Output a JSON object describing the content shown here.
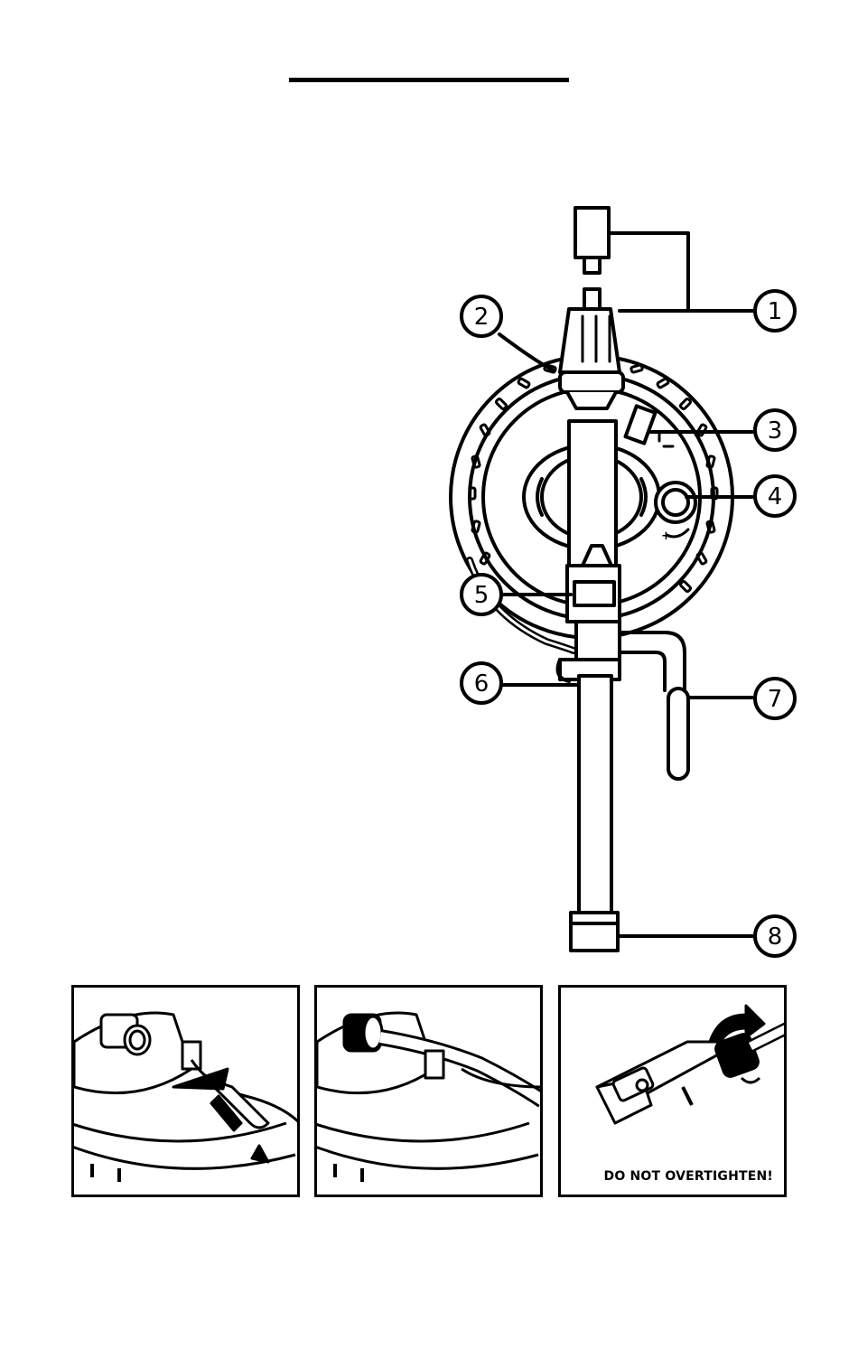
{
  "diagram": {
    "callouts": [
      {
        "id": "1",
        "label": "1"
      },
      {
        "id": "2",
        "label": "2"
      },
      {
        "id": "3",
        "label": "3"
      },
      {
        "id": "4",
        "label": "4"
      },
      {
        "id": "5",
        "label": "5"
      },
      {
        "id": "6",
        "label": "6"
      },
      {
        "id": "7",
        "label": "7"
      },
      {
        "id": "8",
        "label": "8"
      }
    ],
    "dial_symbols": {
      "minus_plus": "+"
    }
  },
  "panels": [
    {
      "name": "step-1"
    },
    {
      "name": "step-2"
    },
    {
      "name": "step-3",
      "warning": "DO NOT OVERTIGHTEN!"
    }
  ],
  "colors": {
    "line": "#000000",
    "background": "#ffffff"
  }
}
